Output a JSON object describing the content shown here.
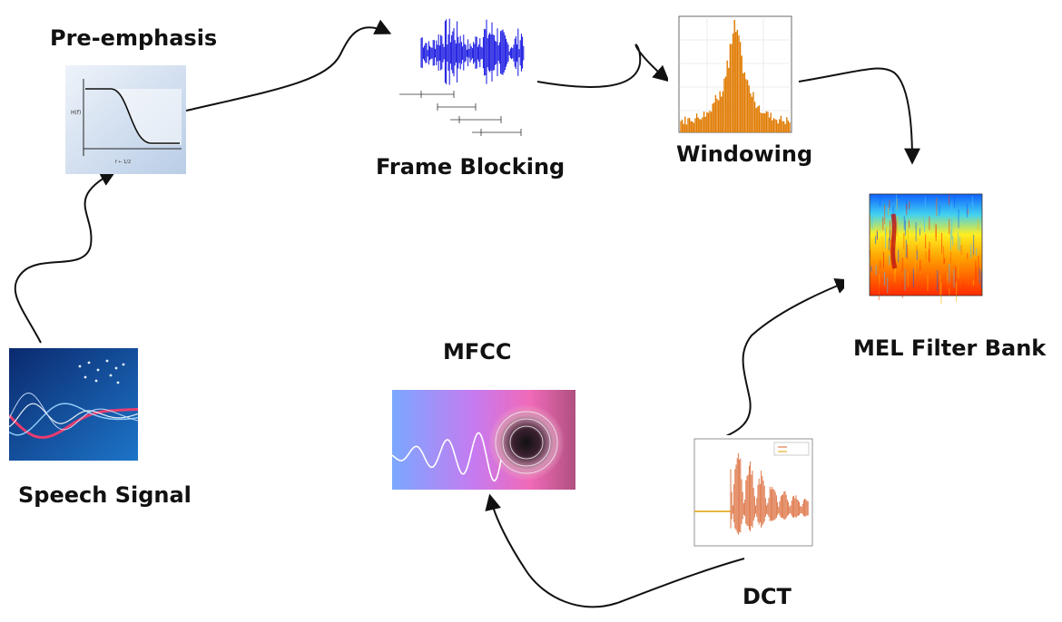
{
  "stages": {
    "speech_signal": "Speech Signal",
    "pre_emphasis": "Pre-emphasis",
    "frame_blocking": "Frame Blocking",
    "windowing": "Windowing",
    "mel_filter_bank": "MEL Filter Bank",
    "dct": "DCT",
    "mfcc": "MFCC"
  },
  "colors": {
    "arrow": "#111111",
    "waveform_blue": "#1010e0",
    "spectrum_orange": "#e07a00",
    "dct_orange": "#d9602a"
  }
}
